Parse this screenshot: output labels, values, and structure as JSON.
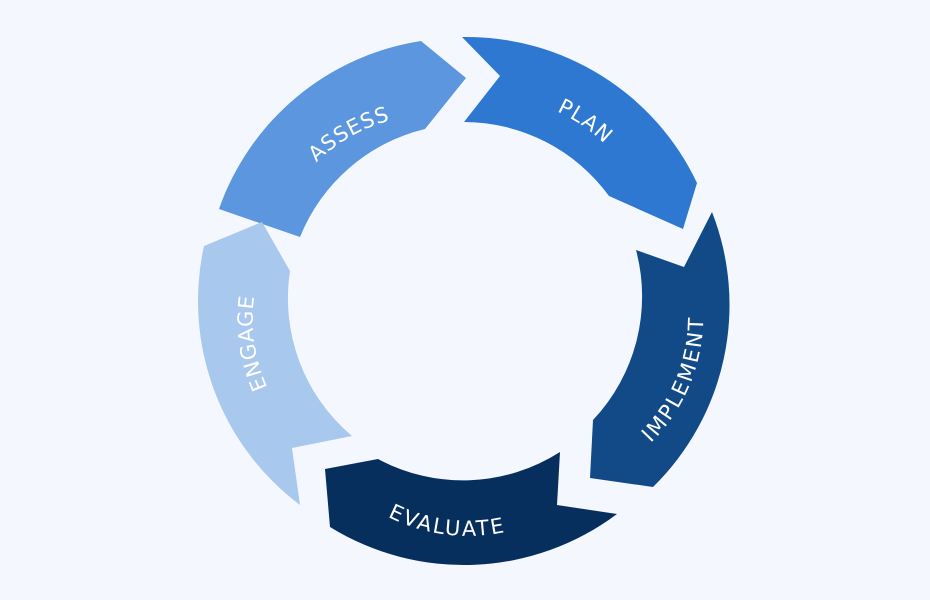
{
  "cycle": {
    "steps": [
      {
        "key": "assess",
        "label": "ASSESS",
        "color": "#5b96df"
      },
      {
        "key": "plan",
        "label": "PLAN",
        "color": "#2e78d2"
      },
      {
        "key": "implement",
        "label": "IMPLEMENT",
        "color": "#124a88"
      },
      {
        "key": "evaluate",
        "label": "EVALUATE",
        "color": "#062f5e"
      },
      {
        "key": "engage",
        "label": "ENGAGE",
        "color": "#a9c8ee"
      }
    ]
  },
  "page": {
    "background": "#f4f8fe"
  }
}
